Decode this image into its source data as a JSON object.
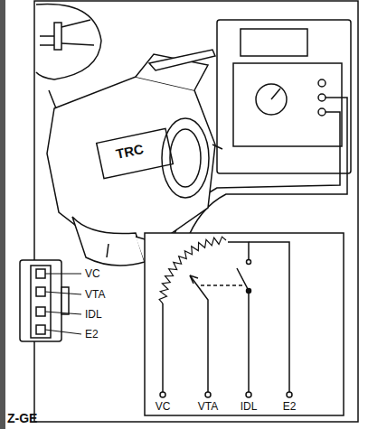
{
  "diagram": {
    "labels": [
      "TRC",
      "VC",
      "VTA",
      "IDL",
      "E2",
      "VC",
      "VTA",
      "IDL",
      "E2",
      "Z-GE"
    ]
  }
}
